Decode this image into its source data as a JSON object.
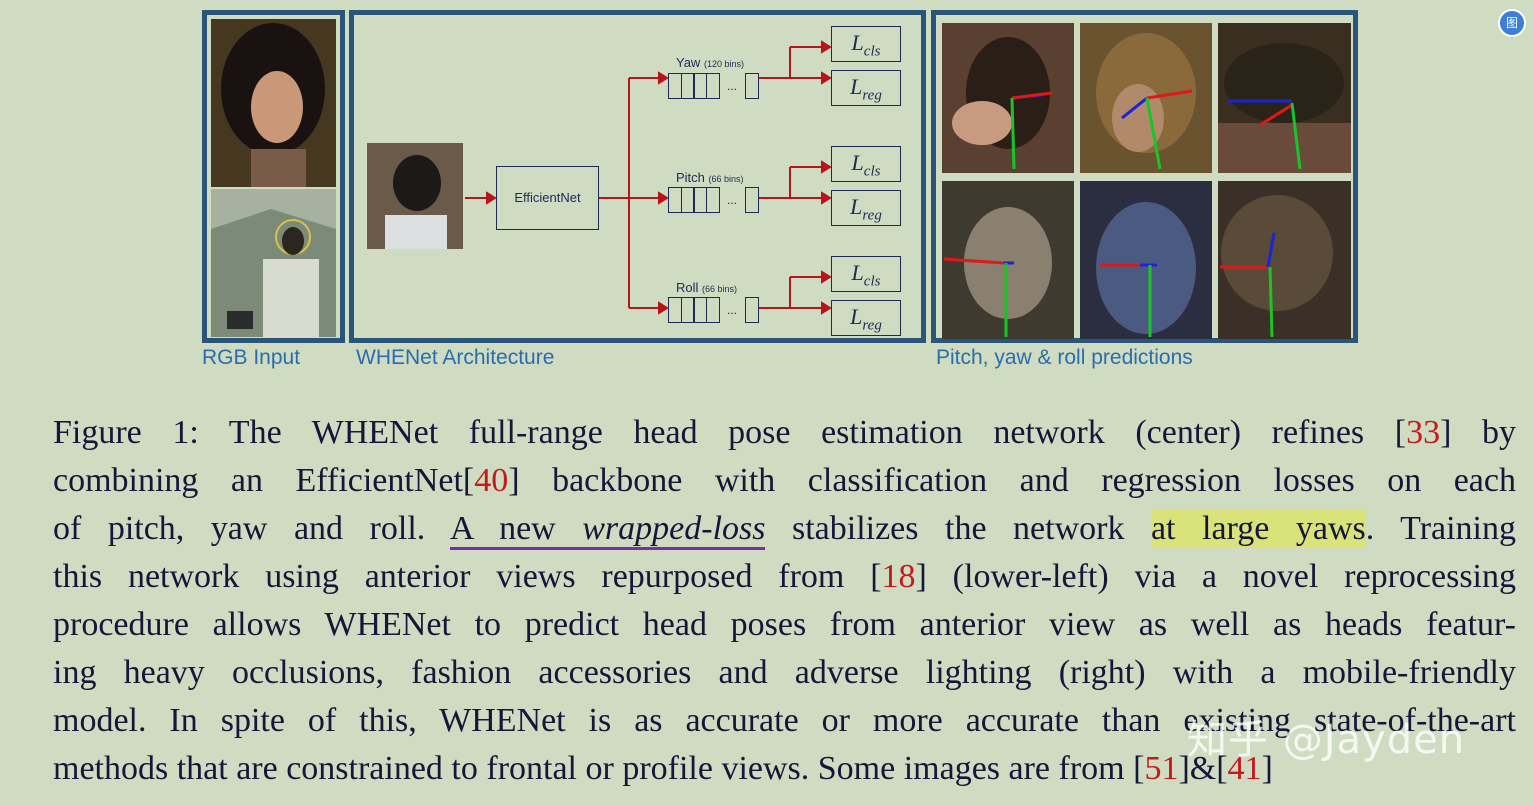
{
  "figure": {
    "captions": {
      "rgb_input": "RGB Input",
      "architecture": "WHENet Architecture",
      "predictions": "Pitch, yaw & roll predictions"
    },
    "diagram": {
      "backbone": "EfficientNet",
      "heads": [
        {
          "name": "Yaw",
          "bins": "(120 bins)"
        },
        {
          "name": "Pitch",
          "bins": "(66 bins)"
        },
        {
          "name": "Roll",
          "bins": "(66 bins)"
        }
      ],
      "loss_cls": "L",
      "loss_cls_sub": "cls",
      "loss_reg": "L",
      "loss_reg_sub": "reg",
      "ellipsis": "..."
    }
  },
  "caption_lines": {
    "l1_a": "Figure 1:  The WHENet full-range head pose estimation network (center) refines [",
    "l1_ref": "33",
    "l1_b": "] by",
    "l2_a": "combining an EfficientNet[",
    "l2_ref": "40",
    "l2_b": "] backbone with classification and regression losses on each",
    "l3_a": "of pitch, yaw and roll.  ",
    "l3_ul1": "A new ",
    "l3_ul2": "wrapped-loss",
    "l3_b": " stabilizes the network ",
    "l3_hl": "at large yaws",
    "l3_c": ".  Training",
    "l4_a": "this network using anterior views repurposed from [",
    "l4_ref": "18",
    "l4_b": "] (lower-left) via a novel reprocessing",
    "l5": "procedure allows WHENet to predict head poses from anterior view as well as heads featur-",
    "l6": "ing heavy occlusions, fashion accessories and adverse lighting (right) with a mobile-friendly",
    "l7": "model. In spite of this, WHENet is as accurate or more accurate than existing state-of-the-art",
    "l8_a": "methods that are constrained to frontal or profile views. Some images are from [",
    "l8_ref1": "51",
    "l8_mid": "]&[",
    "l8_ref2": "41",
    "l8_b": "]"
  },
  "watermark": "知乎 @Jayden",
  "badge": "图"
}
